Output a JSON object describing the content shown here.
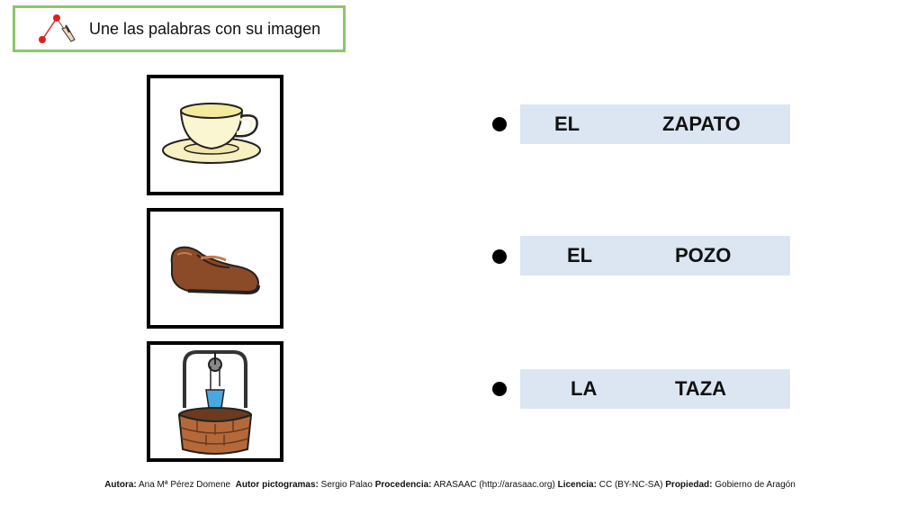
{
  "instruction": {
    "text": "Une las palabras con su imagen",
    "icon": "connect-dots-hand-icon"
  },
  "pictures": [
    {
      "name": "cup-and-saucer",
      "icon": "teacup-icon"
    },
    {
      "name": "shoe",
      "icon": "shoe-icon"
    },
    {
      "name": "well",
      "icon": "well-icon"
    }
  ],
  "words": [
    {
      "article": "EL",
      "noun": "ZAPATO"
    },
    {
      "article": "EL",
      "noun": "POZO"
    },
    {
      "article": "LA",
      "noun": "TAZA"
    }
  ],
  "credits": {
    "author_label": "Autora:",
    "author": "Ana Mª Pérez Domene",
    "pictos_label": "Autor pictogramas:",
    "pictos": "Sergio Palao",
    "source_label": "Procedencia:",
    "source": "ARASAAC (http://arasaac.org)",
    "license_label": "Licencia:",
    "license": "CC (BY-NC-SA)",
    "owner_label": "Propiedad:",
    "owner": "Gobierno de Aragón"
  },
  "colors": {
    "instruction_border": "#8dc66b",
    "word_box_bg": "#dce6f2"
  }
}
